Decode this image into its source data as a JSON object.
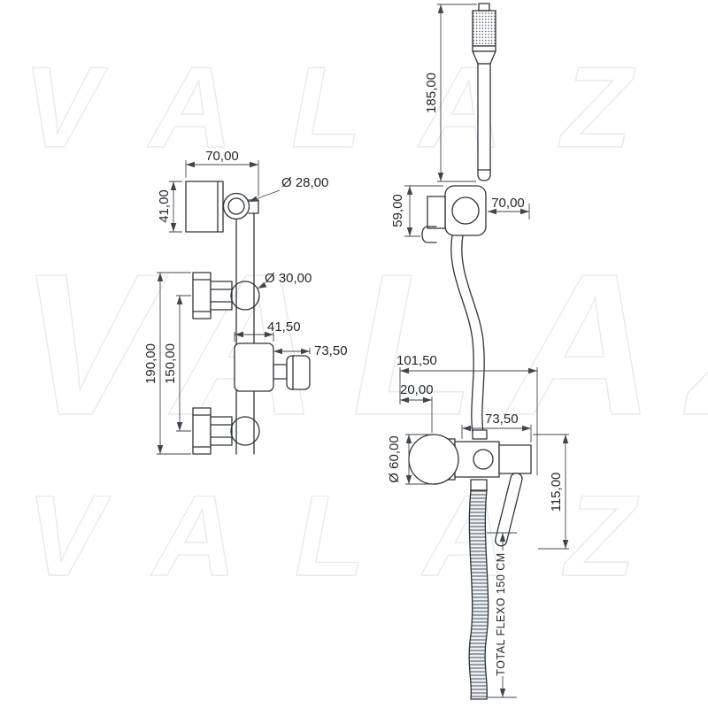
{
  "colors": {
    "line": "#2e333b",
    "dimension": "#3f454e",
    "watermark": "#e7e9ee"
  },
  "watermark": {
    "text": "VALAZ"
  },
  "front_view": {
    "dim_top_width": "70,00",
    "dim_top_height": "41,00",
    "dim_top_circle": "Ø 28,00",
    "dim_bracket_circle": "Ø 30,00",
    "dim_body_width": "41,50",
    "dim_handle_length": "73,50",
    "dim_outer_span": "190,00",
    "dim_inner_span": "150,00"
  },
  "side_view": {
    "dim_handshower_length": "185,00",
    "dim_holder_height": "59,00",
    "dim_holder_depth": "70,00",
    "dim_total_depth": "101,50",
    "dim_wall_offset": "20,00",
    "dim_body_depth": "73,50",
    "dim_escutcheon_diameter": "Ø 60,00",
    "dim_handle_drop": "115,00",
    "hose_note": "TOTAL FLEXO 150 CM"
  }
}
